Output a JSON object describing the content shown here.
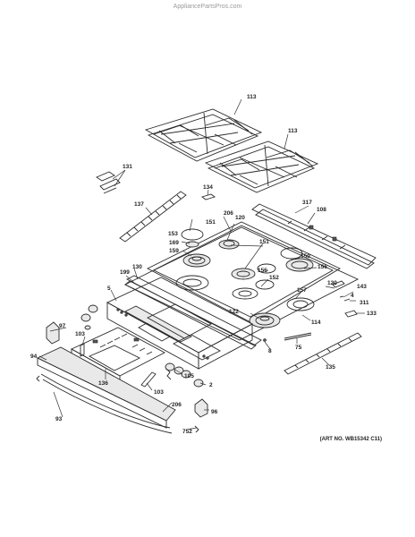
{
  "watermark": "AppliancePartsPros.com",
  "art_number": "(ART NO. WB15342 C11)",
  "callouts": {
    "c113a": "113",
    "c113b": "113",
    "c131": "131",
    "c134": "134",
    "c137": "137",
    "c317": "317",
    "c108": "108",
    "c206a": "206",
    "c120a": "120",
    "c151a": "151",
    "c153": "153",
    "c169": "169",
    "c159": "159",
    "c151b": "151",
    "c150": "150",
    "c156": "156",
    "c155": "155",
    "c152": "152",
    "c143": "143",
    "c120b": "120",
    "c157": "157",
    "c4": "4",
    "c311": "311",
    "c133": "133",
    "c199": "199",
    "c130": "130",
    "c5": "5",
    "c122": "122",
    "c114": "114",
    "c97": "97",
    "c103a": "103",
    "c8": "8",
    "c75": "75",
    "c94": "94",
    "c135": "135",
    "c136": "136",
    "c105": "105",
    "c2": "2",
    "c103b": "103",
    "c206b": "206",
    "c93": "93",
    "c96": "96",
    "c752": "752"
  }
}
